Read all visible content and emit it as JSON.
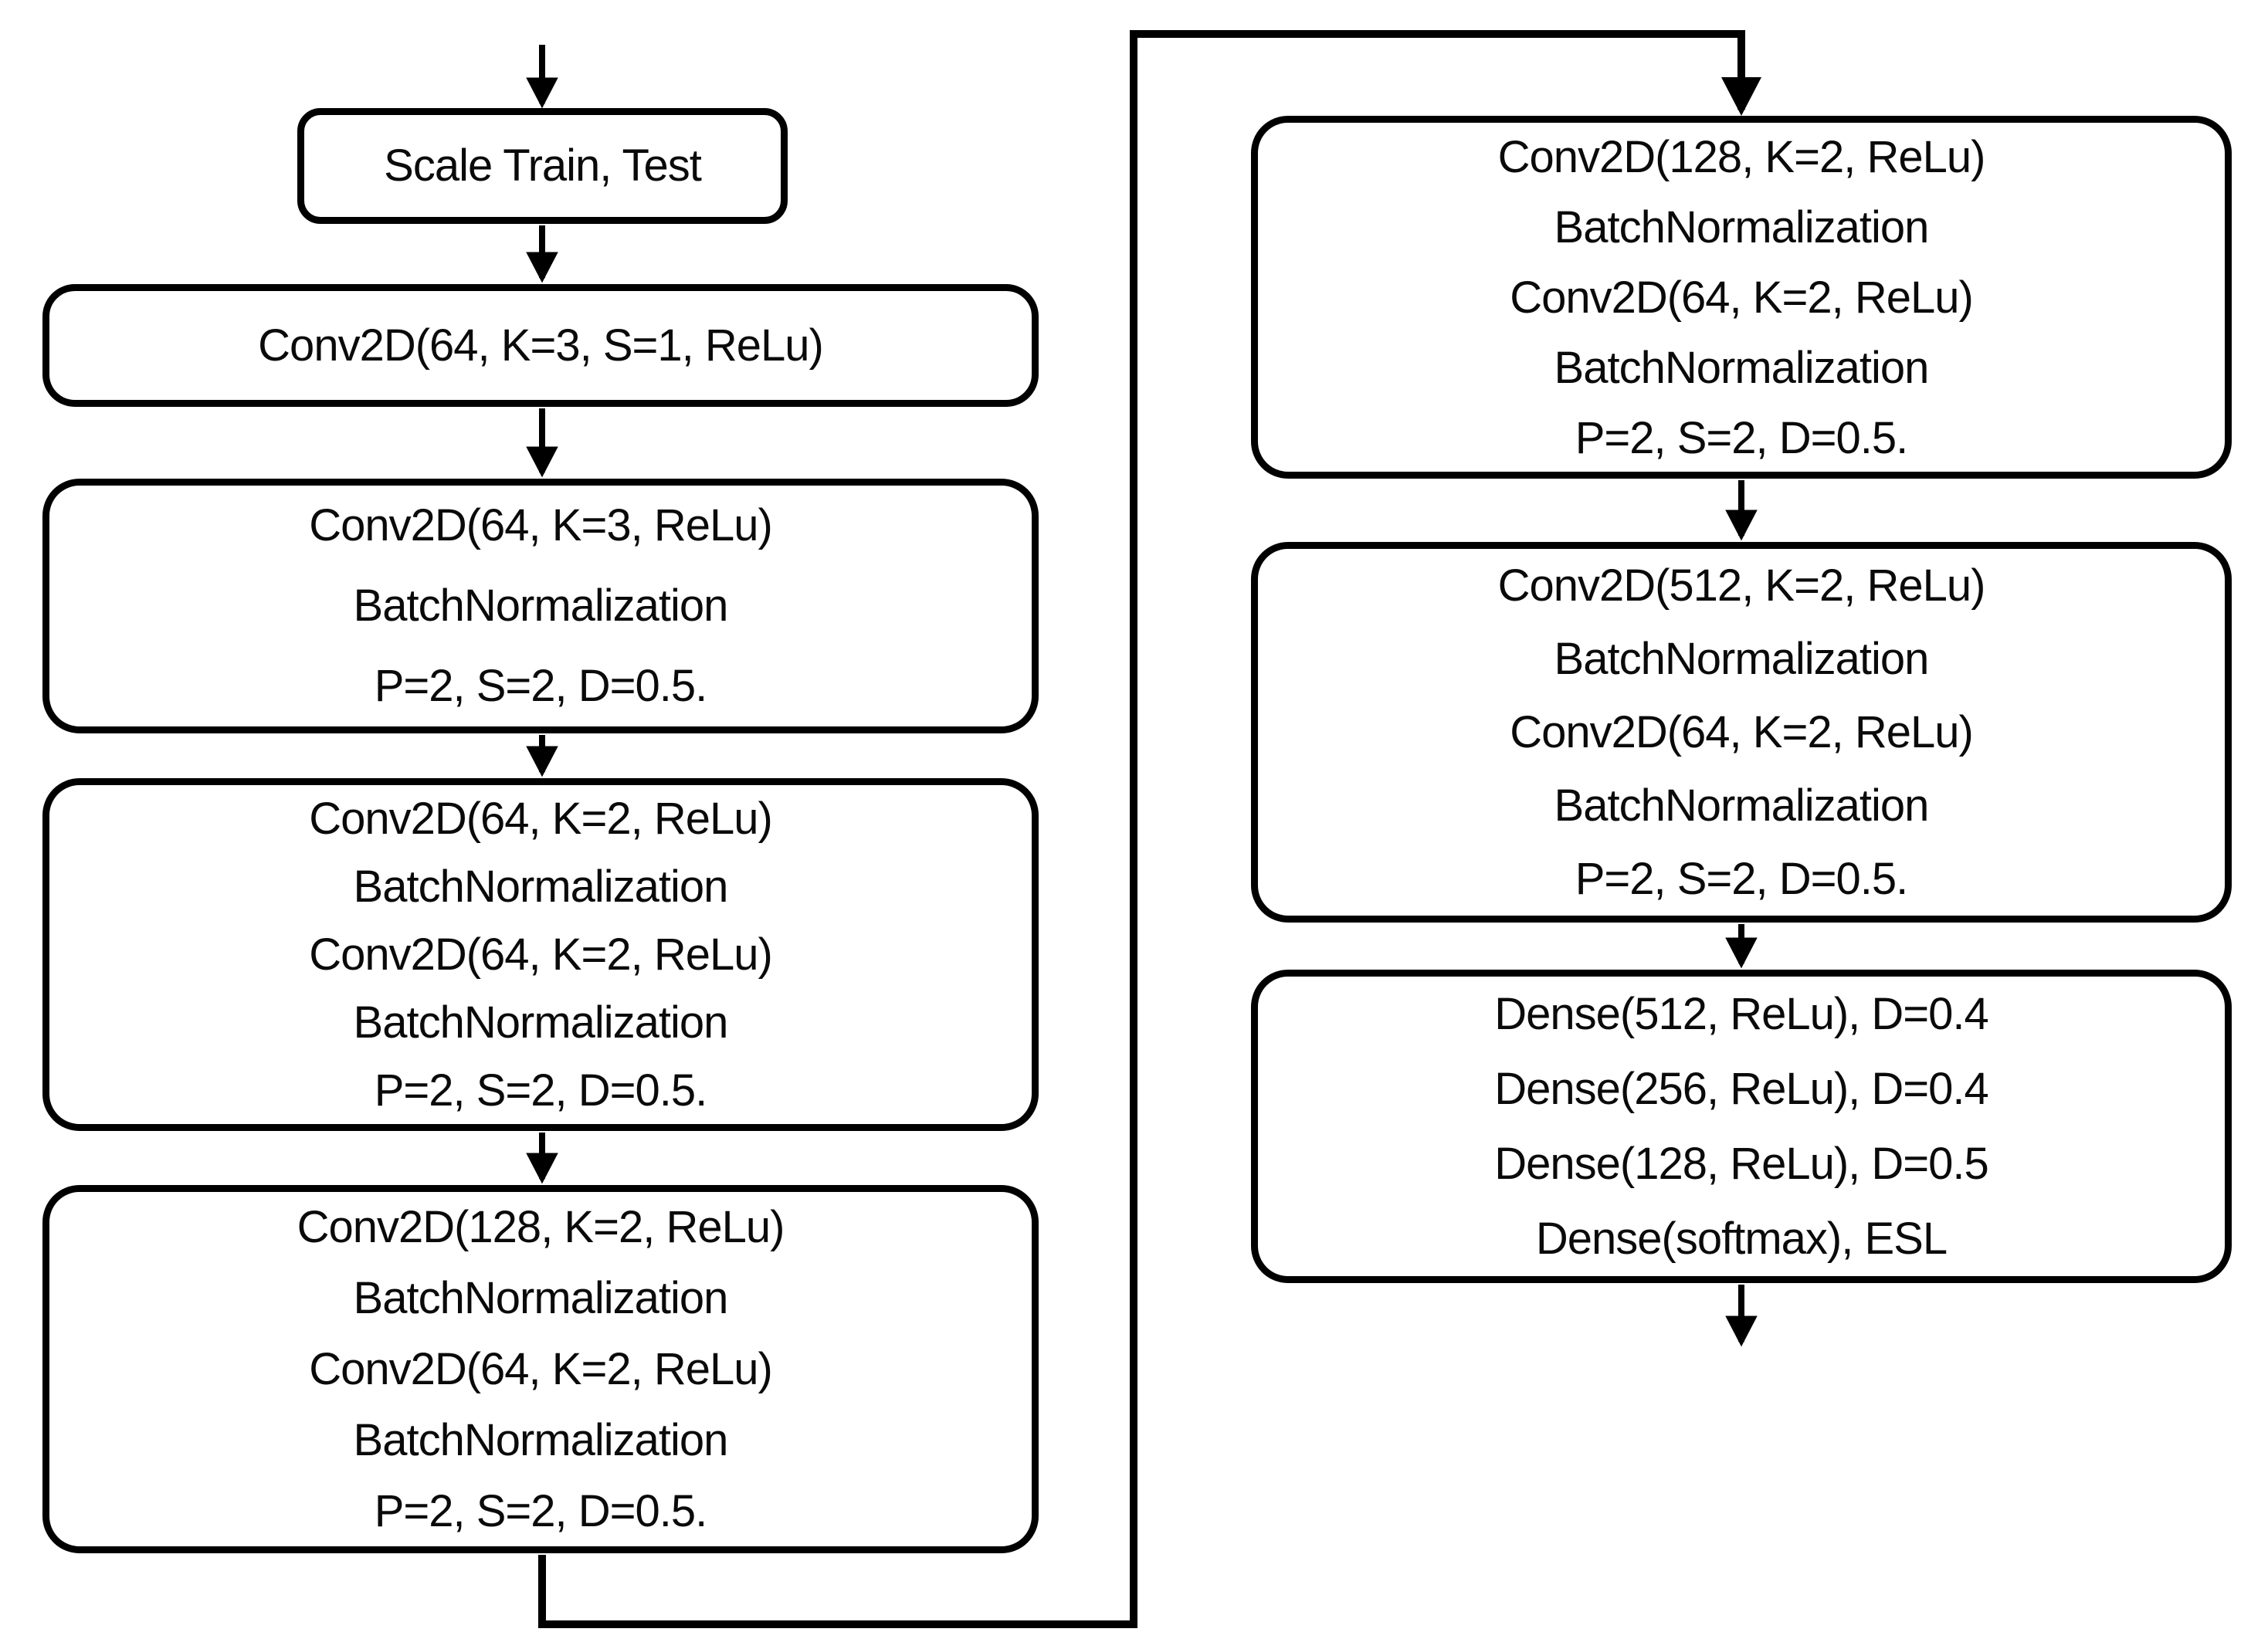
{
  "diagram": {
    "title": "CNN architecture flowchart",
    "background_color": "#ffffff",
    "stroke_color": "#000000",
    "text_color": "#0a0a0a",
    "nodes": [
      {
        "id": "scale-train-test",
        "lines": [
          "Scale Train, Test"
        ]
      },
      {
        "id": "conv-input-block",
        "lines": [
          "Conv2D(64, K=3, S=1, ReLu)"
        ]
      },
      {
        "id": "conv-block-1",
        "lines": [
          "Conv2D(64, K=3, ReLu)",
          "BatchNormalization",
          "P=2, S=2, D=0.5."
        ]
      },
      {
        "id": "conv-block-2",
        "lines": [
          "Conv2D(64, K=2, ReLu)",
          "BatchNormalization",
          "Conv2D(64, K=2, ReLu)",
          "BatchNormalization",
          "P=2, S=2, D=0.5."
        ]
      },
      {
        "id": "conv-block-3",
        "lines": [
          "Conv2D(128, K=2, ReLu)",
          "BatchNormalization",
          "Conv2D(64, K=2, ReLu)",
          "BatchNormalization",
          "P=2, S=2, D=0.5."
        ]
      },
      {
        "id": "conv-block-4",
        "lines": [
          "Conv2D(128, K=2, ReLu)",
          "BatchNormalization",
          "Conv2D(64, K=2, ReLu)",
          "BatchNormalization",
          "P=2, S=2, D=0.5."
        ]
      },
      {
        "id": "conv-block-5",
        "lines": [
          "Conv2D(512, K=2, ReLu)",
          "BatchNormalization",
          "Conv2D(64, K=2, ReLu)",
          "BatchNormalization",
          "P=2, S=2, D=0.5."
        ]
      },
      {
        "id": "dense-block",
        "lines": [
          "Dense(512, ReLu), D=0.4",
          "Dense(256, ReLu), D=0.4",
          "Dense(128, ReLu), D=0.5",
          "Dense(softmax), ESL"
        ]
      }
    ]
  }
}
